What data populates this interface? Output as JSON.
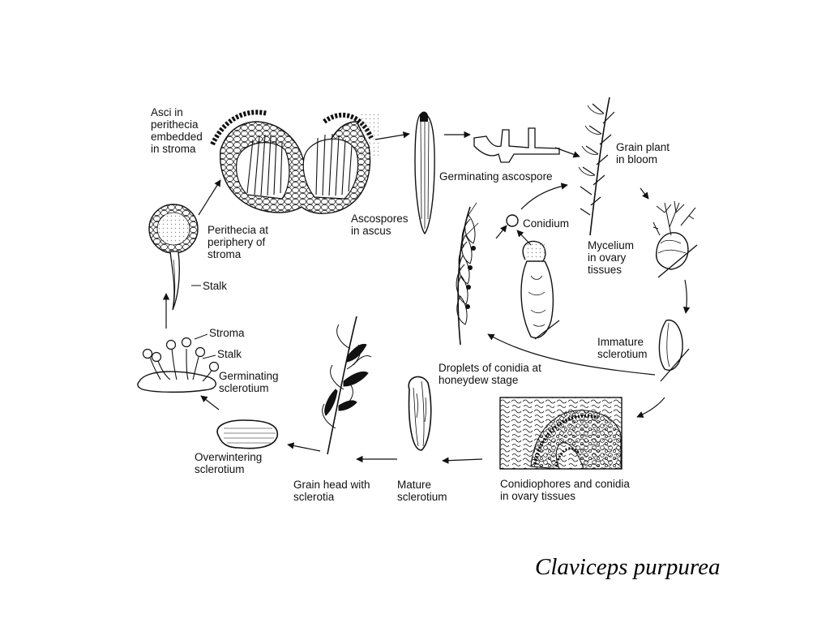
{
  "title": "Claviceps purpurea",
  "colors": {
    "ink": "#111111",
    "stipple": "#8a8a8a",
    "background": "#ffffff"
  },
  "labels": {
    "asci_in_perithecia": "Asci in\nperithecia\nembedded\nin stroma",
    "ascospores_in_ascus": "Ascospores\nin ascus",
    "germinating_ascospore": "Germinating ascospore",
    "grain_plant_in_bloom": "Grain plant\nin bloom",
    "conidium": "Conidium",
    "mycelium_in_ovary": "Mycelium\nin ovary\ntissues",
    "perithecia_at_periphery": "Perithecia at\nperiphery of\nstroma",
    "stalk_upper": "Stalk",
    "stroma": "Stroma",
    "stalk_lower": "Stalk",
    "germinating_sclerotium": "Germinating\nsclerotium",
    "immature_sclerotium": "Immature\nsclerotium",
    "droplets_of_conidia": "Droplets of conidia at\nhoneydew stage",
    "overwintering_sclerotium": "Overwintering\nsclerotium",
    "grain_head_with_sclerotia": "Grain head with\nsclerotia",
    "mature_sclerotium": "Mature\nsclerotium",
    "conidiophores_and_conidia": "Conidiophores and conidia\nin ovary tissues"
  }
}
